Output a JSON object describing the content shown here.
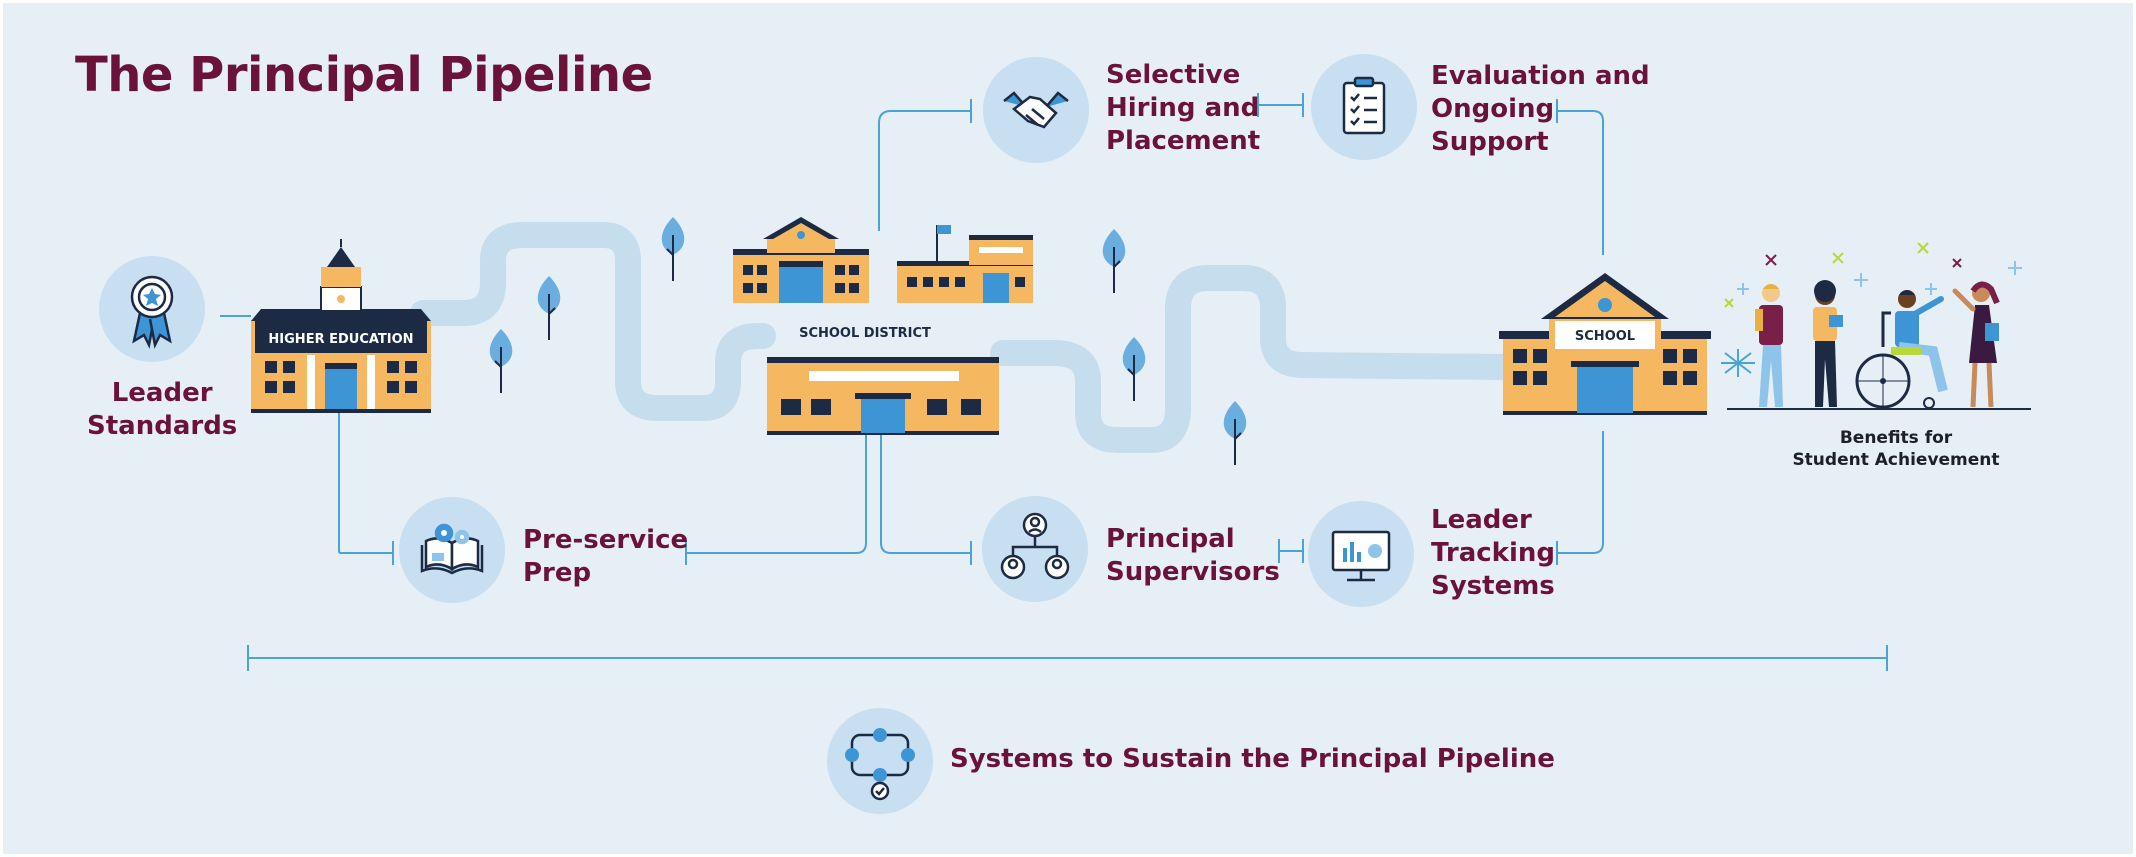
{
  "title": "The Principal Pipeline",
  "nodes": {
    "leader_standards": "Leader\nStandards",
    "preservice_prep": "Pre-service\nPrep",
    "selective_hiring": "Selective\nHiring and\nPlacement",
    "evaluation_support": "Evaluation and\nOngoing\nSupport",
    "principal_supervisors": "Principal\nSupervisors",
    "leader_tracking": "Leader\nTracking\nSystems",
    "benefits": "Benefits for\nStudent Achievement",
    "systems": "Systems to Sustain the Principal Pipeline"
  },
  "buildings": {
    "higher_education": "HIGHER EDUCATION",
    "school_district": "SCHOOL DISTRICT",
    "school": "SCHOOL"
  },
  "icons": {
    "leader_standards": "award-ribbon-icon",
    "preservice_prep": "book-gears-icon",
    "selective_hiring": "handshake-icon",
    "evaluation_support": "clipboard-checklist-icon",
    "principal_supervisors": "org-chart-icon",
    "leader_tracking": "monitor-chart-icon",
    "systems": "network-cycle-icon"
  },
  "colors": {
    "background": "#e6eff5",
    "title": "#6a1238",
    "circle": "#c7dff0",
    "connector": "#4aa3d5",
    "path": "#c5dded",
    "building": "#f5b860",
    "building_dark": "#1d2a44",
    "accent_blue": "#3d95d6"
  }
}
